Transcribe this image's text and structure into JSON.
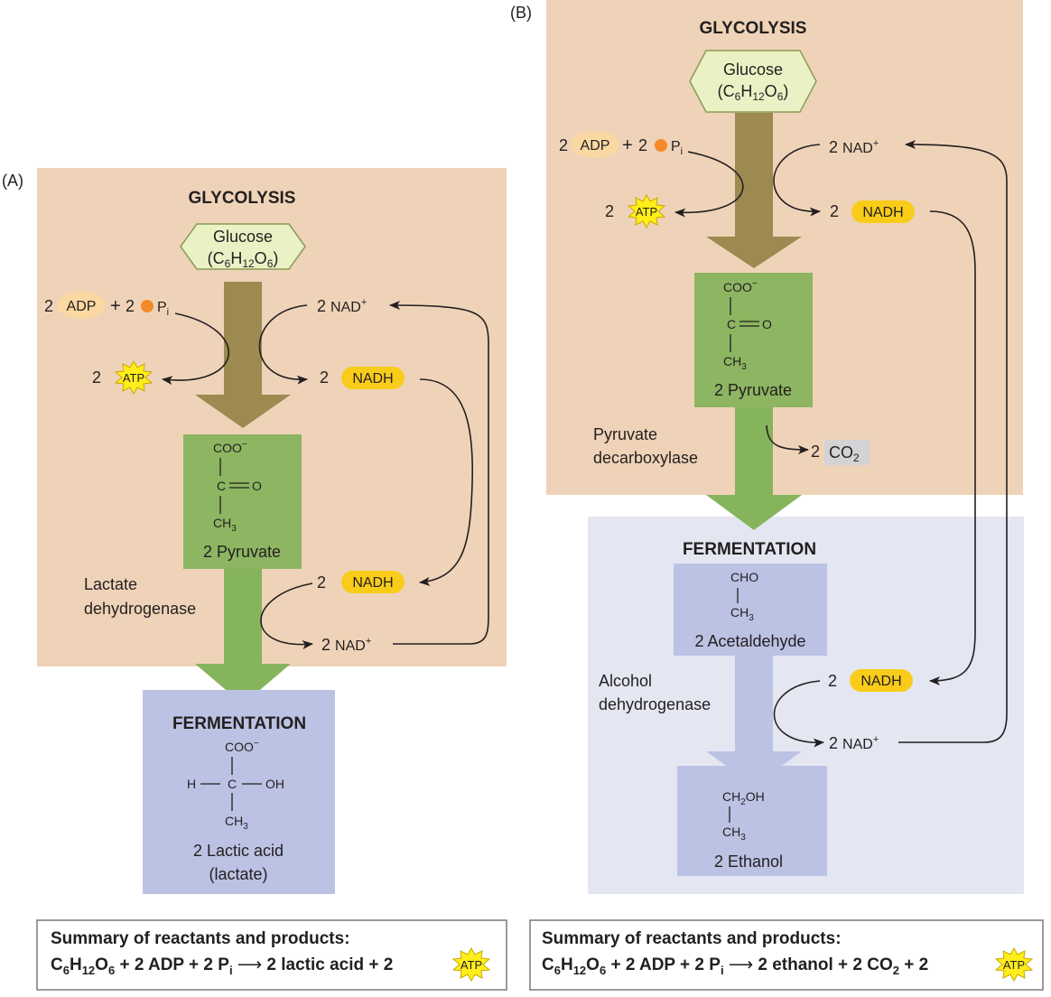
{
  "panel_a": {
    "label": "(A)",
    "glycolysis": "GLYCOLYSIS",
    "glucose": "Glucose",
    "glucose_formula": {
      "c": "C",
      "c_sub": "6",
      "h": "H",
      "h_sub": "12",
      "o": "O",
      "o_sub": "6",
      "open": "(",
      "close": ")"
    },
    "adp_coef": "2",
    "adp": "ADP",
    "plus": "+",
    "pi_coef": "2",
    "pi": "P",
    "pi_sub": "i",
    "atp_coef": "2",
    "atp": "ATP",
    "nad_top_coef": "2",
    "nad_top": "NAD",
    "nad_sup": "+",
    "nadh_top_coef": "2",
    "nadh_top": "NADH",
    "pyruvate": {
      "coo": "COO",
      "coo_sup": "−",
      "c": "C",
      "o": "O",
      "ch3": "CH",
      "ch3_sub": "3",
      "name": "2 Pyruvate"
    },
    "enzyme_line1": "Lactate",
    "enzyme_line2": "dehydrogenase",
    "nadh_bottom_coef": "2",
    "nadh_bottom": "NADH",
    "nad_bottom_coef": "2",
    "nad_bottom": "NAD",
    "fermentation": "FERMENTATION",
    "lactate": {
      "coo": "COO",
      "coo_sup": "−",
      "h": "H",
      "c": "C",
      "oh": "OH",
      "ch3": "CH",
      "ch3_sub": "3",
      "name1": "2 Lactic acid",
      "name2": "(lactate)"
    },
    "summary_title": "Summary of reactants and products:",
    "summary_eq": {
      "c": "C",
      "c_sub": "6",
      "h": "H",
      "h_sub": "12",
      "o": "O",
      "o_sub": "6",
      "mid": " + 2 ADP + 2 P",
      "pi_sub": "i",
      "arrow": "⟶",
      "products": "2 lactic acid + 2",
      "atp": "ATP"
    }
  },
  "panel_b": {
    "label": "(B)",
    "glycolysis": "GLYCOLYSIS",
    "glucose": "Glucose",
    "glucose_formula": {
      "c": "C",
      "c_sub": "6",
      "h": "H",
      "h_sub": "12",
      "o": "O",
      "o_sub": "6",
      "open": "(",
      "close": ")"
    },
    "adp_coef": "2",
    "adp": "ADP",
    "plus": "+",
    "pi_coef": "2",
    "pi": "P",
    "pi_sub": "i",
    "atp_coef": "2",
    "atp": "ATP",
    "nad_top_coef": "2",
    "nad_top": "NAD",
    "nad_sup": "+",
    "nadh_top_coef": "2",
    "nadh_top": "NADH",
    "pyruvate": {
      "coo": "COO",
      "coo_sup": "−",
      "c": "C",
      "o": "O",
      "ch3": "CH",
      "ch3_sub": "3",
      "name": "2 Pyruvate"
    },
    "decarb_line1": "Pyruvate",
    "decarb_line2": "decarboxylase",
    "co2_coef": "2",
    "co2": "CO",
    "co2_sub": "2",
    "fermentation": "FERMENTATION",
    "acetaldehyde": {
      "cho": "CHO",
      "ch3": "CH",
      "ch3_sub": "3",
      "name": "2 Acetaldehyde"
    },
    "enzyme_line1": "Alcohol",
    "enzyme_line2": "dehydrogenase",
    "nadh_bottom_coef": "2",
    "nadh_bottom": "NADH",
    "nad_bottom_coef": "2",
    "nad_bottom": "NAD",
    "ethanol": {
      "ch2oh_a": "CH",
      "ch2oh_sub": "2",
      "ch2oh_b": "OH",
      "ch3": "CH",
      "ch3_sub": "3",
      "name": "2 Ethanol"
    },
    "summary_title": "Summary of reactants and products:",
    "summary_eq": {
      "c": "C",
      "c_sub": "6",
      "h": "H",
      "h_sub": "12",
      "o": "O",
      "o_sub": "6",
      "mid": " + 2 ADP + 2 P",
      "pi_sub": "i",
      "arrow": "⟶",
      "products": "2 ethanol + 2 CO",
      "co2_sub": "2",
      "products2": " + 2",
      "atp": "ATP"
    }
  },
  "colors": {
    "glycolysis_bg": "#efd3b8",
    "fermentation_bg": "#e4e6f2",
    "green_box": "#8db562",
    "blue_box": "#bcc2e3",
    "glucose_fill": "#eaf2c5",
    "brown_arrow": "#9c8a51",
    "green_arrow": "#86b45c",
    "blue_arrow": "#bcc2e3",
    "adp_fill": "#fbd8a2",
    "nadh_fill": "#f9cc1a",
    "atp_fill": "#ffee1a",
    "pi_dot": "#f58a2a",
    "co2_fill": "#d2d3d5"
  },
  "icons": {
    "atp": "atp-starburst-icon",
    "phosphate": "phosphate-dot-icon",
    "arrow": "arrow-icon"
  }
}
